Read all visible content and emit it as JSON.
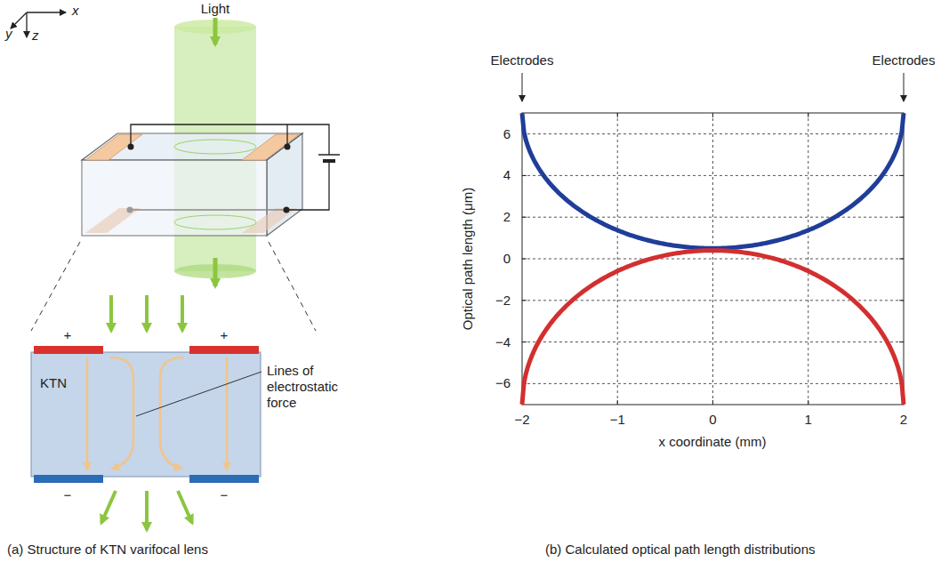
{
  "diagram": {
    "nodes": [
      {
        "text": [
          "KTN"
        ]
      }
    ],
    "labels": [
      "x",
      "y",
      "z",
      "Light",
      "+",
      "+",
      "−",
      "−",
      "Lines of electrostatic force",
      "(a) Structure of KTN varifocal lens",
      "Electrodes",
      "Electrodes",
      "6",
      "4",
      "2",
      "0",
      "−2",
      "−4",
      "−6",
      "−2",
      "−1",
      "0",
      "1",
      "2",
      "Optical path length (μm)",
      "x coordinate (mm)",
      "(b) Calculated optical path length distributions"
    ]
  }
}
